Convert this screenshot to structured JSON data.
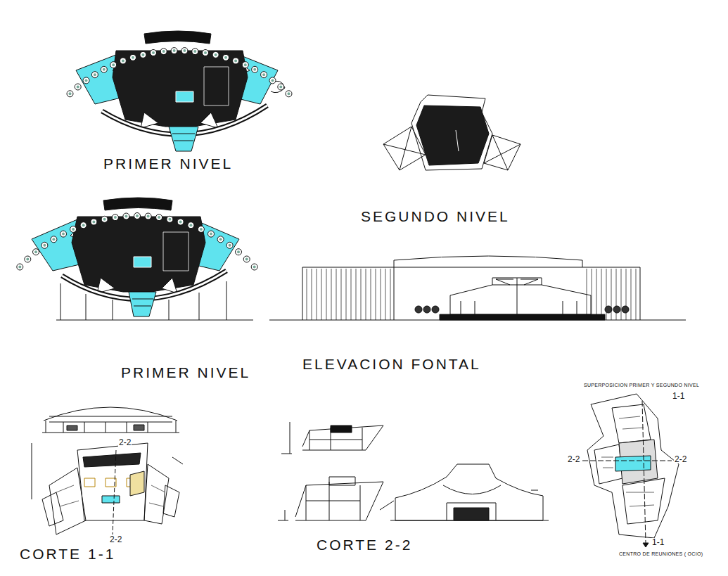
{
  "diagram": {
    "labels": [
      "PRIMER NIVEL",
      "SEGUNDO NIVEL",
      "PRIMER NIVEL",
      "ELEVACION FONTAL",
      "2-2",
      "2-2",
      "CORTE 1-1",
      "CORTE 2-2",
      "SUPERPOSICION PRIMER Y SEGUNDO NIVEL",
      "1-1",
      "2-2",
      "2-2",
      "1-1",
      "CENTRO DE REUNIONES ( OCIO)"
    ]
  }
}
